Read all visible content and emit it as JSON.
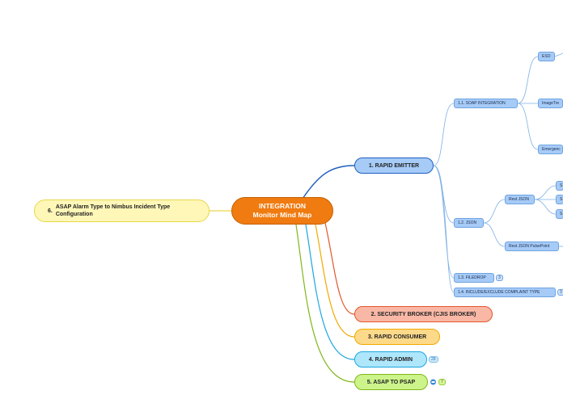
{
  "central": {
    "line1": "INTEGRATION",
    "line2": "Monitor Mind Map"
  },
  "left_topic": {
    "number": "6.",
    "line1": "ASAP Alarm Type to Nimbus Incident Type",
    "line2": "Configuration"
  },
  "topics": [
    {
      "label": "1. RAPID EMITTER"
    },
    {
      "label": "2. SECURITY BROKER (CJIS BROKER)"
    },
    {
      "label": "3. RAPID CONSUMER"
    },
    {
      "label": "4. RAPID ADMIN",
      "badge": "29"
    },
    {
      "label": "5. ASAP TO PSAP",
      "badge": "7"
    }
  ],
  "subtopics": {
    "soap": "1.1.  SOAP INTEGRATION",
    "json": "1.2.  JSON",
    "filedrop": "1.3.  FILEDROP",
    "filedrop_badge": "3",
    "include": "1.4.  INCLUDE/EXCLUDE COMPLAINT TYPE",
    "include_badge": "3"
  },
  "leaves": {
    "eso": "ESO",
    "imagetrend": "ImageTre",
    "emergency": "Emergenc",
    "rest_json": "Rest JSON",
    "rest_json_pulsepoint": "Rest JSON PulsePoint",
    "s1": "S",
    "s2": "S",
    "s3": "S"
  },
  "colors": {
    "central": "#f07b10",
    "topic1": "#a6cbf7",
    "topic2": "#f9b8a6",
    "topic3": "#fdd98a",
    "topic4": "#aee6fb",
    "topic5": "#ccf48a",
    "left": "#fff7b8"
  }
}
